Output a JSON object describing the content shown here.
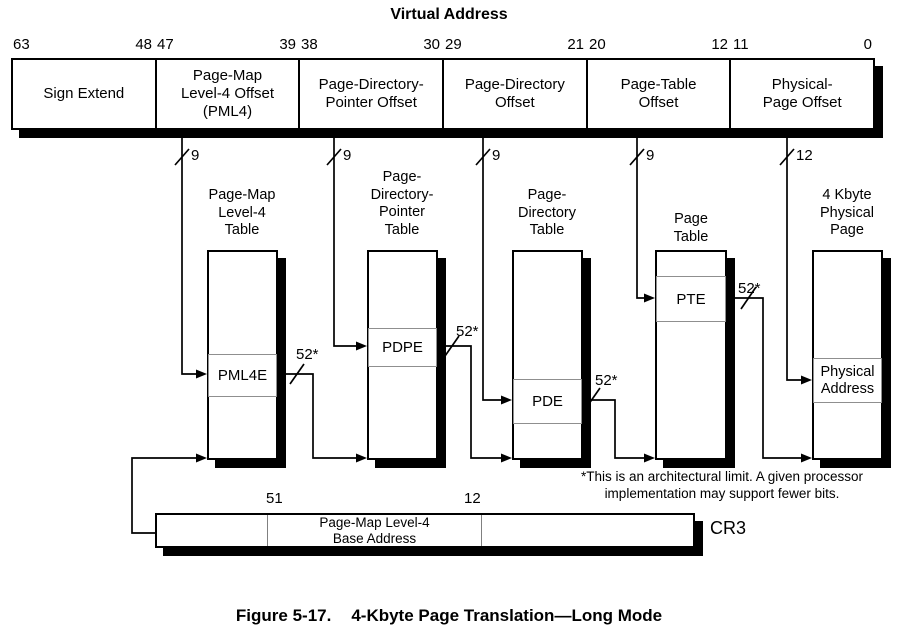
{
  "header": {
    "title": "Virtual Address"
  },
  "va_box": {
    "fields": [
      {
        "high": "63",
        "low": "48",
        "label": "Sign Extend"
      },
      {
        "high": "47",
        "low": "39",
        "label": "Page-Map\nLevel-4 Offset\n(PML4)"
      },
      {
        "high": "38",
        "low": "30",
        "label": "Page-Directory-\nPointer Offset"
      },
      {
        "high": "29",
        "low": "21",
        "label": "Page-Directory\nOffset"
      },
      {
        "high": "20",
        "low": "12",
        "label": "Page-Table\nOffset"
      },
      {
        "high": "11",
        "low": "0",
        "label": "Physical-\nPage Offset"
      }
    ]
  },
  "drop_widths": [
    "9",
    "9",
    "9",
    "9",
    "12"
  ],
  "entry_width_label": "52*",
  "tables": [
    {
      "title": "Page-Map\nLevel-4\nTable",
      "entry": "PML4E"
    },
    {
      "title": "Page-\nDirectory-\nPointer\nTable",
      "entry": "PDPE"
    },
    {
      "title": "Page-\nDirectory\nTable",
      "entry": "PDE"
    },
    {
      "title": "Page\nTable",
      "entry": "PTE"
    },
    {
      "title": "4 Kbyte\nPhysical\nPage",
      "entry": "Physical\nAddress"
    }
  ],
  "cr3": {
    "high_bit": "51",
    "low_bit": "12",
    "field": "Page-Map Level-4\nBase Address",
    "register": "CR3"
  },
  "footnote": "*This is an architectural limit. A given processor\nimplementation may support fewer bits.",
  "caption": {
    "figure": "Figure 5-17.",
    "title": "4-Kbyte Page Translation—Long Mode"
  },
  "colors": {
    "line": "#000000",
    "shadow": "#000000",
    "entry_border": "#8f8f8f",
    "background": "#ffffff"
  }
}
